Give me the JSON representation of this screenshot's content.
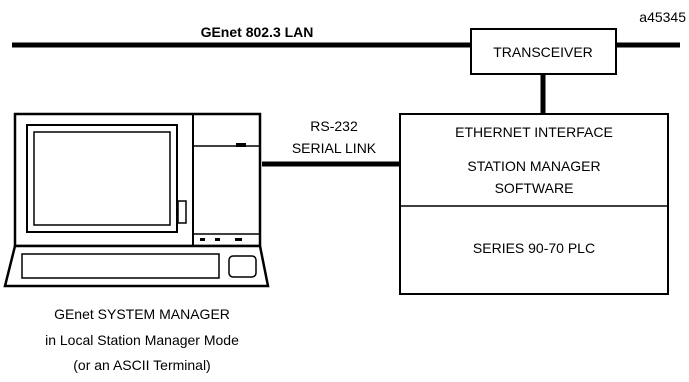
{
  "figure_id": "a45345",
  "lan": {
    "label": "GEnet 802.3 LAN"
  },
  "transceiver": {
    "label": "TRANSCEIVER"
  },
  "link": {
    "line1": "RS-232",
    "line2": "SERIAL LINK"
  },
  "interface_box": {
    "title": "ETHERNET INTERFACE",
    "software_line1": "STATION MANAGER",
    "software_line2": "SOFTWARE",
    "plc": "SERIES 90-70 PLC"
  },
  "terminal": {
    "caption_line1": "GEnet SYSTEM MANAGER",
    "caption_line2": "in Local Station Manager Mode",
    "caption_line3": "(or an ASCII Terminal)"
  }
}
